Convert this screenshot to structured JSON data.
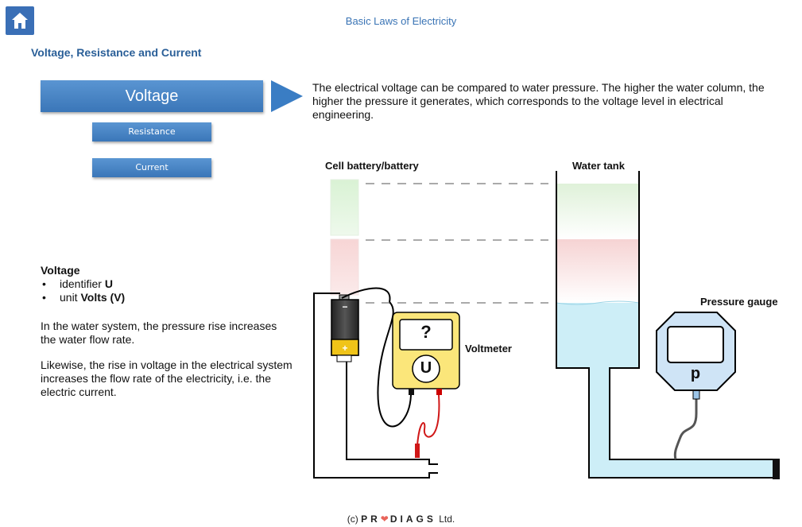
{
  "header": {
    "app_title": "Basic Laws of Electricity",
    "home_icon": "home-icon",
    "section_title": "Voltage, Resistance and Current"
  },
  "nav": {
    "voltage": "Voltage",
    "resistance": "Resistance",
    "current": "Current"
  },
  "intro_text": "The electrical voltage can be compared to water pressure. The higher the water column, the higher the pressure it generates, which corresponds to the voltage level in electrical engineering.",
  "definition": {
    "title": "Voltage",
    "identifier_prefix": "identifier ",
    "identifier_value": "U",
    "unit_prefix": "unit ",
    "unit_value": "Volts (V)"
  },
  "paragraphs": {
    "water": "In the water system, the pressure rise increases the water flow rate.",
    "electric": "Likewise, the rise in voltage in the electrical system increases the flow rate of the electricity, i.e. the electric current."
  },
  "diagram": {
    "battery_label": "Cell battery/battery",
    "water_tank_label": "Water tank",
    "voltmeter_label": "Voltmeter",
    "pressure_gauge_label": "Pressure gauge",
    "meter_display": "?",
    "meter_symbol": "U",
    "gauge_symbol": "p",
    "battery_minus": "−",
    "battery_plus": "+"
  },
  "footer": {
    "prefix": "(c) ",
    "brand_left": "PR",
    "brand_mark": "❤",
    "brand_right": "DIAGS",
    "suffix": " Ltd."
  },
  "colors": {
    "accent": "#3a76b8",
    "title_blue": "#2a5f98",
    "water": "#cdeef7",
    "meter_yellow": "#fbe67a",
    "gauge_blue": "#cfe4f6",
    "lead_red": "#d01818"
  }
}
